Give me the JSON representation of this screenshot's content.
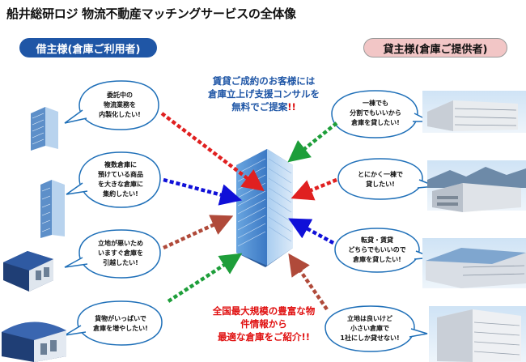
{
  "title": "船井総研ロジ 物流不動産マッチングサービスの全体像",
  "left_header": "借主様(倉庫ご利用者)",
  "right_header": "貸主様(倉庫ご提供者)",
  "center_message": [
    "賃貸ご成約のお客様には",
    "倉庫立上げ支援コンサルを",
    "無料でご提案"
  ],
  "center_emphasis": "!!",
  "bottom_message": [
    "全国最大規模の豊富な物",
    "件情報から",
    "最適な倉庫をご紹介"
  ],
  "bottom_emphasis": "!!",
  "left_bubbles": [
    [
      "委託中の",
      "物流業務を",
      "内製化したい!"
    ],
    [
      "複数倉庫に",
      "預けている商品",
      "を大きな倉庫に",
      "集約したい!"
    ],
    [
      "立地が悪いため",
      "いますぐ倉庫を",
      "引越したい!"
    ],
    [
      "貨物がいっぱいで",
      "倉庫を増やしたい!"
    ]
  ],
  "right_bubbles": [
    [
      "一棟でも",
      "分割でもいいから",
      "倉庫を貸したい!"
    ],
    [
      "とにかく一棟で",
      "貸したい!"
    ],
    [
      "転貸・賃貸",
      "どちらでもいいので",
      "倉庫を貸したい!"
    ],
    [
      "立地は良いけど",
      "小さい倉庫で",
      "1社にしか貸せない!"
    ]
  ],
  "colors": {
    "navy": "#1f56a6",
    "red_arrow": "#e02020",
    "blue_arrow": "#1010d8",
    "brown_arrow": "#b04a3a",
    "green_arrow": "#1e9e3a",
    "bubble_stroke": "#1e6fb8",
    "pink": "#f2c6c6"
  }
}
